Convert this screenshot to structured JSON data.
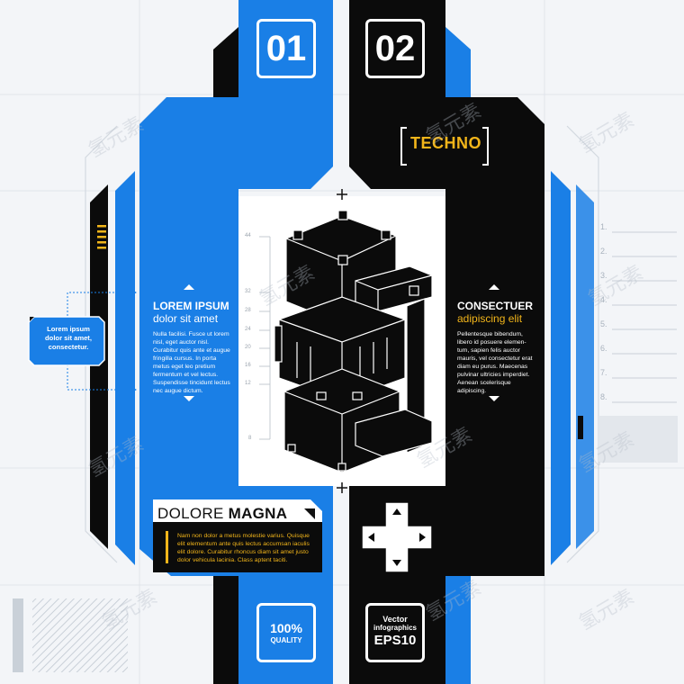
{
  "panels": {
    "number_left": "01",
    "number_right": "02",
    "techno_label": "TECHNO"
  },
  "left_block": {
    "title": "LOREM IPSUM",
    "subtitle": "dolor sit amet",
    "body": [
      "Nulla facilisi. Fusce ut lorem",
      "nisl, eget auctor nisl.",
      "Curabitur quis ante et augue",
      "fringilla cursus. In porta",
      "metus eget leo pretium",
      "fermentum et vel lectus.",
      "Suspendisse tincidunt lectus",
      "nec augue dictum."
    ]
  },
  "right_block": {
    "title": "CONSECTUER",
    "subtitle": "adipiscing elit",
    "body": [
      "Pellentesque bibendum,",
      "libero id posuere elemen-",
      "tum, sapien felis auctor",
      "mauris, vel consectetur erat",
      "diam eu purus. Maecenas",
      "pulvinar ultricies imperdiet.",
      "Aenean scelerisque",
      "adipiscing."
    ]
  },
  "callout": {
    "text": [
      "Lorem ipsum",
      "dolor sit amet,",
      "consectetur."
    ]
  },
  "dolore": {
    "title_light": "DOLORE ",
    "title_bold": "MAGNA",
    "body": [
      "Nam non dolor a metus molestie varius. Quisque",
      "elit elementum ante quis lectus accumsan iaculis",
      "elit dolore. Curabitur rhoncus diam sit amet justo",
      "dolor vehicula lacinia. Class aptent taciti."
    ]
  },
  "badges": {
    "quality_pct": "100%",
    "quality_label": "QUALITY",
    "vector_line1": "Vector",
    "vector_line2": "infographics",
    "eps": "EPS10"
  },
  "scale_ticks": [
    "44",
    "32",
    "28",
    "24",
    "20",
    "16",
    "12",
    "8"
  ],
  "side_list": [
    "1.",
    "2.",
    "3.",
    "4.",
    "5.",
    "6.",
    "7.",
    "8."
  ],
  "watermark": "氢元素",
  "colors": {
    "blue": "#1a7fe6",
    "black": "#0b0b0b",
    "yellow": "#f2b51a",
    "background": "#f3f5f8"
  }
}
